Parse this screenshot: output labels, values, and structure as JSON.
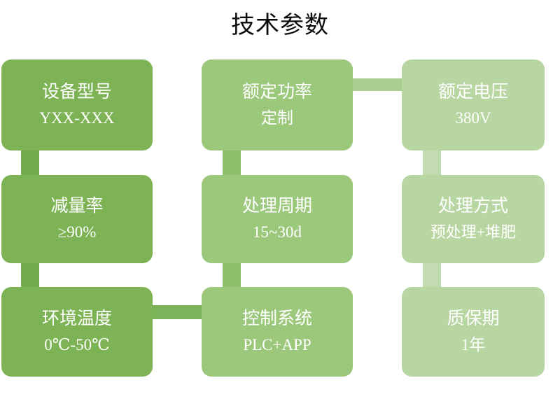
{
  "page": {
    "title": "技术参数",
    "background": "#ffffff",
    "title_color": "#0b0b0b"
  },
  "palette": {
    "column1_card": "#7db355",
    "column2_card": "#9cc87c",
    "column3_card": "#b7d6a2",
    "column1_connector": "#6fab4b",
    "column2_connector": "#8cbf6a",
    "column3_connector": "#c2dbb0",
    "horizontal_connector_dark": "#7bb35a",
    "horizontal_connector_light": "#aacd93",
    "card_text": "#ffffff"
  },
  "cards": [
    {
      "id": "device-model",
      "title": "设备型号",
      "value": "YXX-XXX",
      "column": 1,
      "row": 1
    },
    {
      "id": "rated-power",
      "title": "额定功率",
      "value": "定制",
      "column": 2,
      "row": 1
    },
    {
      "id": "rated-voltage",
      "title": "额定电压",
      "value": "380V",
      "column": 3,
      "row": 1
    },
    {
      "id": "reduction-rate",
      "title": "减量率",
      "value": "≥90%",
      "column": 1,
      "row": 2
    },
    {
      "id": "treatment-cycle",
      "title": "处理周期",
      "value": "15~30d",
      "column": 2,
      "row": 2
    },
    {
      "id": "treatment-method",
      "title": "处理方式",
      "value": "预处理+堆肥",
      "column": 3,
      "row": 2
    },
    {
      "id": "ambient-temperature",
      "title": "环境温度",
      "value": "0℃-50℃",
      "column": 1,
      "row": 3
    },
    {
      "id": "control-system",
      "title": "控制系统",
      "value": "PLC+APP",
      "column": 2,
      "row": 3
    },
    {
      "id": "warranty-period",
      "title": "质保期",
      "value": "1年",
      "column": 3,
      "row": 3
    }
  ]
}
